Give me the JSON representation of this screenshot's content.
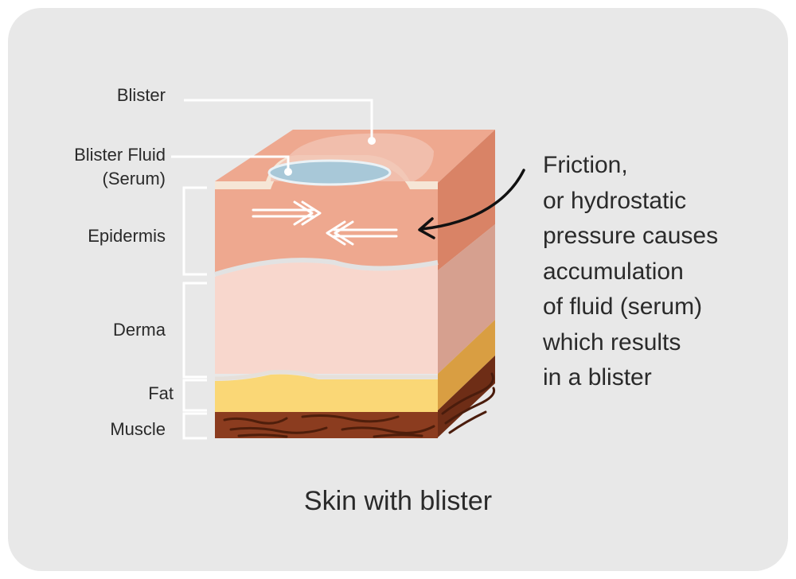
{
  "labels": {
    "blister": "Blister",
    "blister_fluid_1": "Blister Fluid",
    "blister_fluid_2": "(Serum)",
    "epidermis": "Epidermis",
    "derma": "Derma",
    "fat": "Fat",
    "muscle": "Muscle"
  },
  "description": [
    "Friction,",
    "or hydrostatic",
    "pressure causes",
    "accumulation",
    "of fluid (serum)",
    "which results",
    "in a blister"
  ],
  "caption": "Skin with blister",
  "colors": {
    "background": "#e8e8e8",
    "epidermis": "#eea88f",
    "epidermis_side": "#d98366",
    "derma": "#f8d7cd",
    "derma_side": "#d6a08f",
    "fat": "#fad776",
    "fat_side": "#d99e42",
    "muscle": "#8b3c1f",
    "muscle_side": "#6e2d16",
    "serum": "#a8c8d8",
    "bracket": "#ffffff"
  }
}
